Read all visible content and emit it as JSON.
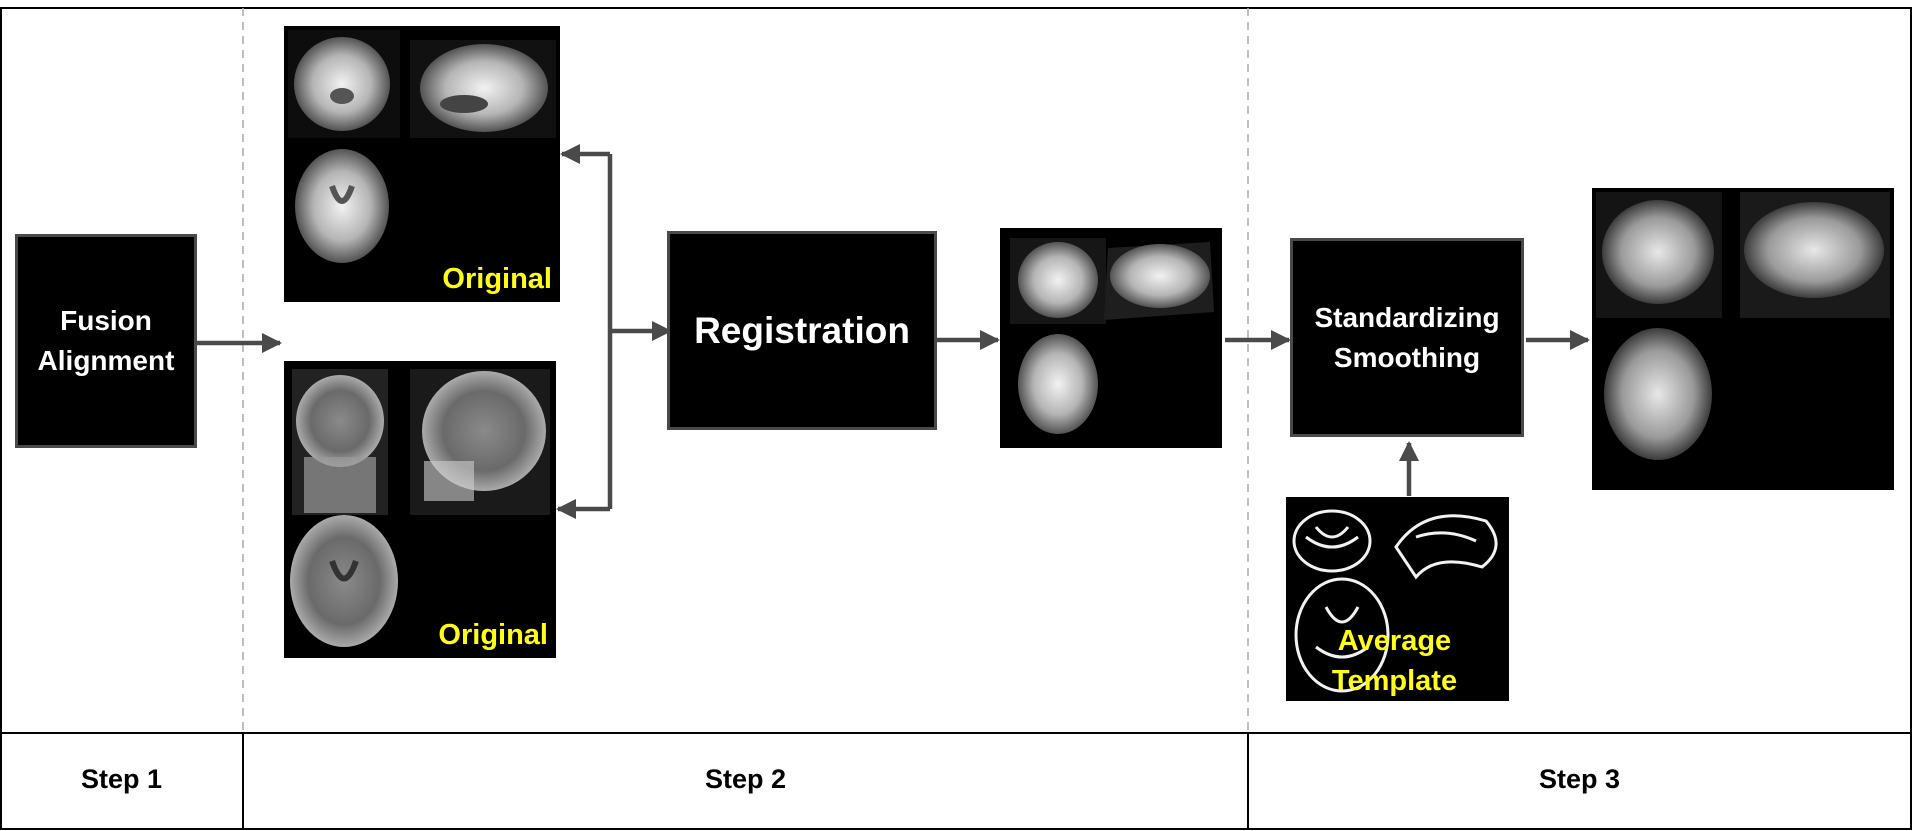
{
  "steps": [
    "Step 1",
    "Step 2",
    "Step 3"
  ],
  "boxes": {
    "fusion": "Fusion Alignment",
    "registration": "Registration",
    "standardizing": "Standardizing Smoothing"
  },
  "captions": {
    "pet": "Original",
    "mri": "Original",
    "template": "Average Template"
  },
  "colors": {
    "caption": "#ffff1a",
    "arrow": "#4a4a4a",
    "box_border": "#4a4a4a",
    "box_fill": "#000000",
    "divider_dashed": "#aaaaaa"
  },
  "panels": {
    "pet_original": [
      "coronal-brain-icon",
      "sagittal-brain-icon",
      "axial-brain-icon"
    ],
    "mri_original": [
      "coronal-brain-icon",
      "sagittal-brain-icon",
      "axial-brain-icon"
    ],
    "registered": [
      "coronal-brain-icon",
      "sagittal-brain-icon",
      "axial-brain-icon"
    ],
    "template": [
      "coronal-brain-icon",
      "sagittal-brain-icon",
      "axial-brain-icon"
    ],
    "smoothed": [
      "coronal-brain-icon",
      "sagittal-brain-icon",
      "axial-brain-icon"
    ]
  }
}
